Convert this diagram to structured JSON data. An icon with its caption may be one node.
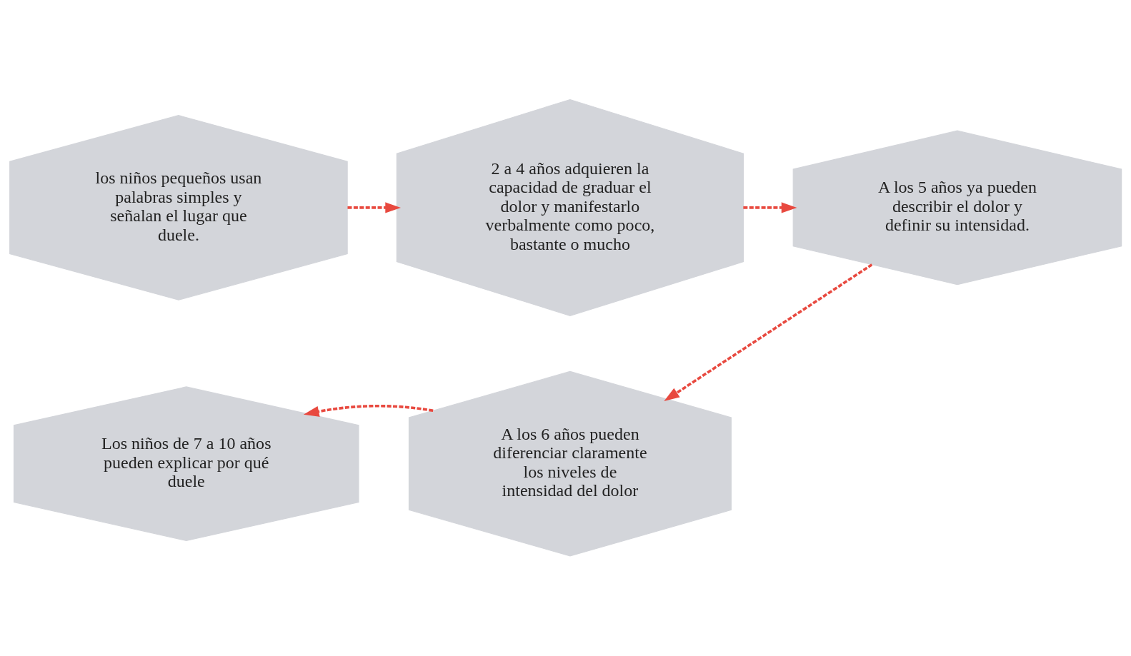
{
  "diagram": {
    "nodes": [
      {
        "text": [
          "los niños pequeños usan palabras simples y señalan el lugar que duele."
        ]
      },
      {
        "text": [
          "2 a 4 años adquieren la capacidad de graduar el dolor y manifestarlo verbalmente como poco, bastante o mucho"
        ]
      },
      {
        "text": [
          "A los 5 años ya pueden describir el dolor y definir su intensidad."
        ]
      },
      {
        "text": [
          "Los niños de 7 a 10 años pueden explicar por qué duele"
        ]
      },
      {
        "text": [
          "A los 6 años pueden diferenciar claramente los niveles de intensidad del dolor"
        ]
      }
    ],
    "edges": [
      {
        "from": 0,
        "to": 1,
        "arrow": "to",
        "style": "dashed"
      },
      {
        "from": 1,
        "to": 2,
        "arrow": "to",
        "style": "dashed"
      },
      {
        "from": 2,
        "to": 4,
        "arrow": "to",
        "style": "dashed"
      },
      {
        "from": 4,
        "to": 3,
        "arrow": "to",
        "style": "dashed"
      }
    ]
  }
}
